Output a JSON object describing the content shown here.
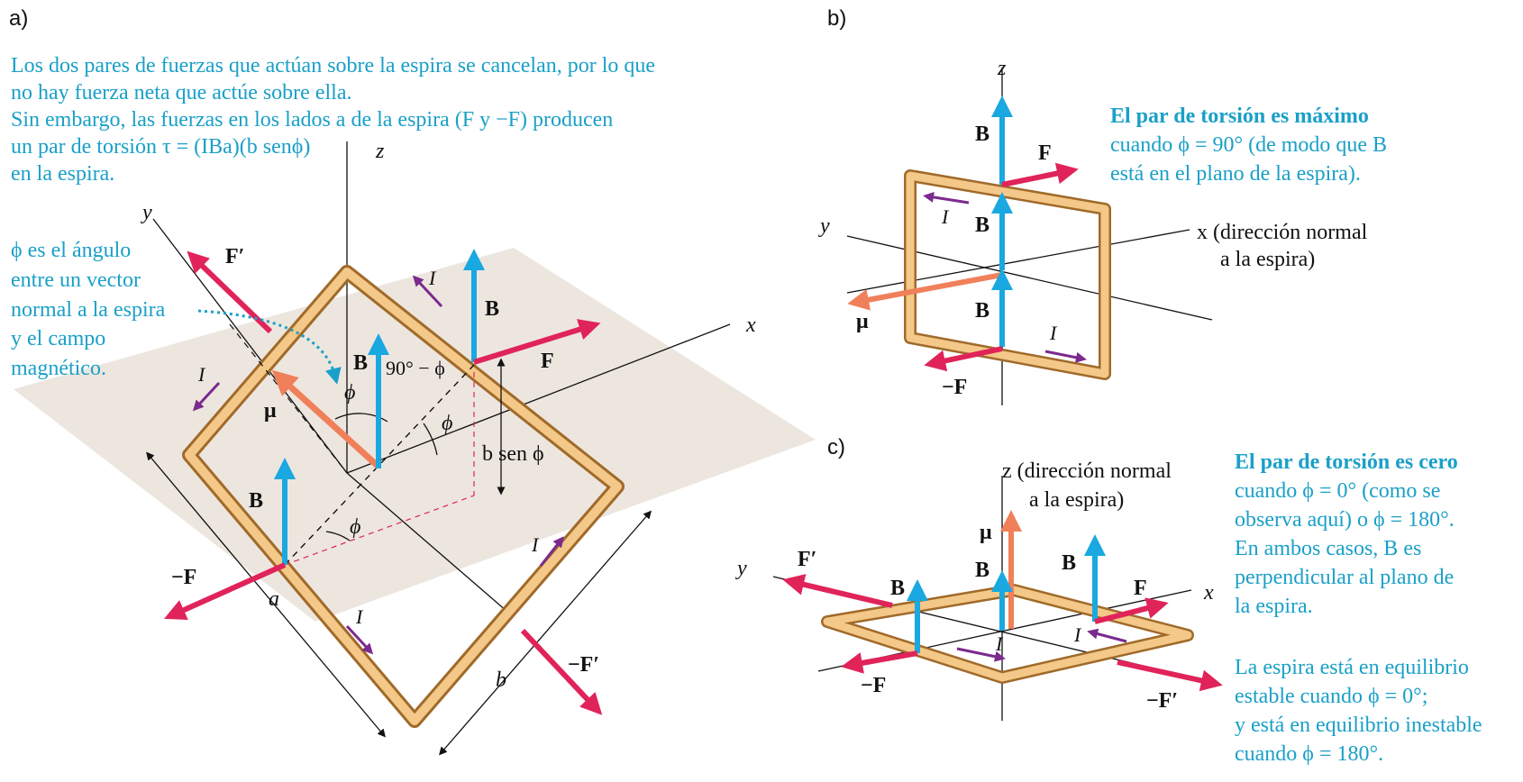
{
  "panels": {
    "a": "a)",
    "b": "b)",
    "c": "c)"
  },
  "a": {
    "caption": [
      "Los dos pares de fuerzas que actúan sobre la espira se cancelan, por lo que",
      "no hay fuerza neta que actúe sobre ella.",
      "Sin embargo, las fuerzas en los lados a de la espira (F y −F) producen",
      "un par de torsión τ = (IBa)(b senϕ)",
      "en la espira."
    ],
    "phi_note": [
      "ϕ es el ángulo",
      "entre un vector",
      "normal a la espira",
      "y el campo",
      "magnético."
    ],
    "axes": {
      "x": "x",
      "y": "y",
      "z": "z"
    },
    "labels": {
      "F": "F",
      "F_prime": "F′",
      "minus_F": "−F",
      "minus_F_prime": "−F′",
      "B": "B",
      "mu": "μ",
      "I": "I",
      "phi": "ϕ",
      "angle_90": "90° − ϕ",
      "b_sen_phi": "b sen ϕ",
      "a": "a",
      "b": "b"
    }
  },
  "b": {
    "title": "El par de torsión es máximo",
    "text": [
      "cuando  ϕ = 90° (de modo que B",
      "está en el plano de la espira)."
    ],
    "x_axis": [
      "x (dirección normal",
      "a la espira)"
    ],
    "axes": {
      "y": "y",
      "z": "z"
    }
  },
  "c": {
    "title": "El par de torsión es cero",
    "text": [
      "cuando ϕ = 0° (como se",
      "observa aquí) o ϕ = 180°.",
      "En  ambos casos, B es",
      "perpendicular al plano de",
      "la espira."
    ],
    "equilibrium": [
      "La espira está en equilibrio",
      "estable cuando ϕ = 0°;",
      "y está en equilibrio inestable",
      "cuando ϕ = 180°."
    ],
    "z_axis": [
      "z (dirección normal",
      "a la espira)"
    ],
    "axes": {
      "x": "x",
      "y": "y"
    }
  },
  "colors": {
    "cyan_text": "#1aa0c8",
    "field_B": "#1aa8e0",
    "force": "#e0245a",
    "current": "#7b2a8e",
    "moment": "#f0805a",
    "loop": "#e8b46a",
    "plane": "#ede6df"
  }
}
